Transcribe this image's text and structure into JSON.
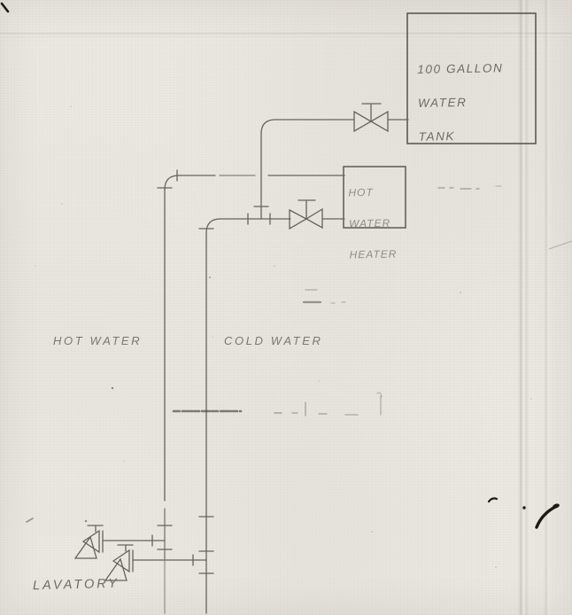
{
  "diagram": {
    "tank": {
      "label_lines": [
        "100 GALLON",
        "WATER",
        "TANK"
      ]
    },
    "heater": {
      "label_lines": [
        "HOT",
        "WATER",
        "HEATER"
      ]
    },
    "pipe_labels": {
      "hot": "HOT WATER",
      "cold": "COLD WATER"
    },
    "fixture_label": "LAVATORY",
    "components": {
      "valves": [
        "gate-valve-tank-supply",
        "gate-valve-heater-supply"
      ],
      "faucets": [
        "lavatory-hot-faucet",
        "lavatory-cold-faucet"
      ],
      "vessels": [
        "100-gallon-water-tank",
        "hot-water-heater"
      ]
    },
    "colors": {
      "paper": "#ebe8e2",
      "pencil": "#57544d",
      "ink": "#1b1a17"
    }
  }
}
